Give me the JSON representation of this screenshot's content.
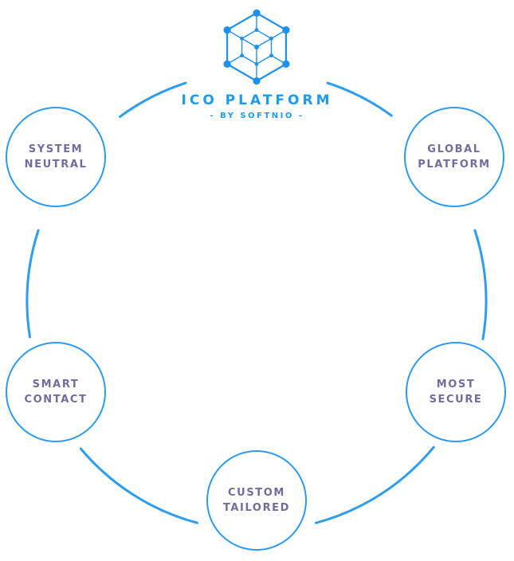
{
  "colors": {
    "accent_blue": "#1e90f0",
    "arc_blue": "#2b9df3",
    "circle_border_blue": "#2b9af0",
    "label_purple": "#6f6d9e",
    "background": "#ffffff"
  },
  "header": {
    "title": "ICO PLATFORM",
    "subtitle": "- BY SOFTNIO -",
    "logo_icon": "hexagon-cube-icon"
  },
  "diagram": {
    "type": "circular-feature-diagram",
    "nodes": [
      {
        "id": "system-neutral",
        "lines": [
          "SYSTEM",
          "NEUTRAL"
        ]
      },
      {
        "id": "global-platform",
        "lines": [
          "GLOBAL",
          "PLATFORM"
        ]
      },
      {
        "id": "smart-contact",
        "lines": [
          "SMART",
          "CONTACT"
        ]
      },
      {
        "id": "most-secure",
        "lines": [
          "MOST",
          "SECURE"
        ]
      },
      {
        "id": "custom-tailored",
        "lines": [
          "CUSTOM",
          "TAILORED"
        ]
      }
    ]
  }
}
